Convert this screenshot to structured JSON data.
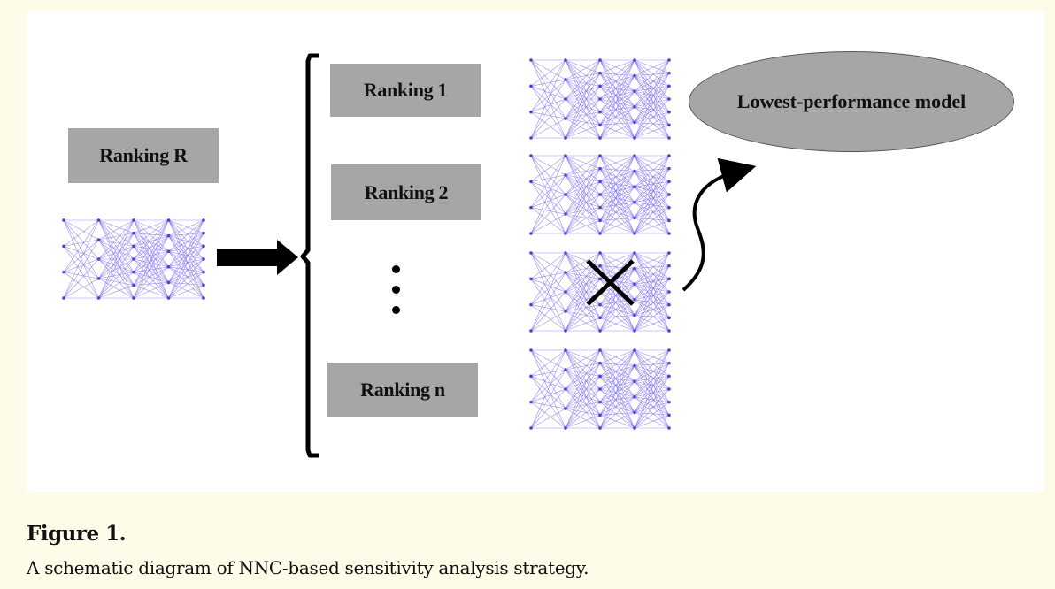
{
  "diagram": {
    "input_box_label": "Ranking R",
    "ranking_labels": [
      "Ranking 1",
      "Ranking 2",
      "Ranking n"
    ],
    "lowest_model_label": "Lowest-performance model",
    "colors": {
      "panel": "#ffffff",
      "page": "#fefbe9",
      "box_fill": "#a6a6a6",
      "network_lines": "#7a6ff0",
      "network_nodes": "#5a3cc8"
    },
    "icons": [
      "right-arrow-icon",
      "left-bracket-icon",
      "vertical-ellipsis-icon",
      "cross-mark-icon",
      "curved-arrow-icon",
      "neural-network-icon"
    ]
  },
  "caption": {
    "label": "Figure 1.",
    "text": "A schematic diagram of NNC-based sensitivity analysis strategy."
  }
}
